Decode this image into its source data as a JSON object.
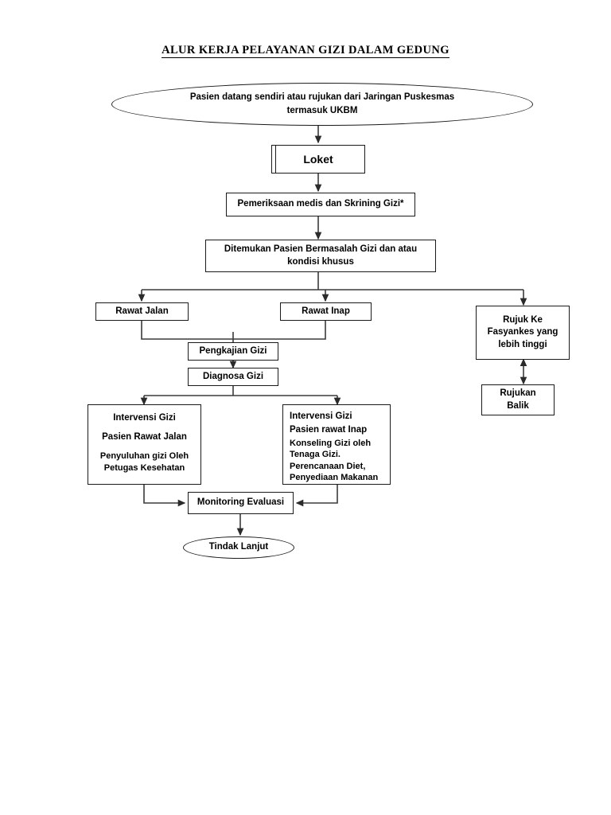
{
  "document": {
    "title": "ALUR KERJA  PELAYANAN GIZI DALAM GEDUNG"
  },
  "nodes": {
    "start": {
      "shape": "ellipse",
      "line1": "Pasien datang sendiri atau rujukan dari Jaringan Puskesmas",
      "line2": "termasuk UKBM"
    },
    "loket": {
      "shape": "predefined-process",
      "label": "Loket"
    },
    "pemeriksaan": {
      "shape": "rect",
      "label": "Pemeriksaan medis dan Skrining Gizi*"
    },
    "ditemukan": {
      "shape": "rect",
      "line1": "Ditemukan Pasien Bermasalah  Gizi dan atau",
      "line2": "kondisi khusus"
    },
    "rawat_jalan": {
      "shape": "rect",
      "label": "Rawat Jalan"
    },
    "rawat_inap": {
      "shape": "rect",
      "label": "Rawat Inap"
    },
    "rujuk_fasyankes": {
      "shape": "rect",
      "line1": "Rujuk Ke",
      "line2": "Fasyankes yang",
      "line3": "lebih tinggi"
    },
    "rujukan_balik": {
      "shape": "rect",
      "line1": "Rujukan",
      "line2": "Balik"
    },
    "pengkajian": {
      "shape": "rect",
      "label": "Pengkajian Gizi"
    },
    "diagnosa": {
      "shape": "rect",
      "label": "Diagnosa Gizi"
    },
    "intervensi_jalan": {
      "shape": "rect",
      "line1": "Intervensi Gizi",
      "line2": "Pasien Rawat Jalan",
      "line3": "Penyuluhan gizi Oleh",
      "line4": "Petugas Kesehatan"
    },
    "intervensi_inap": {
      "shape": "rect",
      "line1": "Intervensi Gizi",
      "line2": "Pasien rawat Inap",
      "line3": "Konseling Gizi oleh",
      "line4": "Tenaga Gizi.",
      "line5": "Perencanaan Diet,",
      "line6": "Penyediaan Makanan"
    },
    "monitoring": {
      "shape": "rect",
      "label": "Monitoring Evaluasi"
    },
    "tindak_lanjut": {
      "shape": "ellipse",
      "label": "Tindak Lanjut"
    }
  },
  "edges": [
    {
      "from": "start",
      "to": "loket",
      "style": "arrow-down"
    },
    {
      "from": "loket",
      "to": "pemeriksaan",
      "style": "arrow-down"
    },
    {
      "from": "pemeriksaan",
      "to": "ditemukan",
      "style": "arrow-down"
    },
    {
      "from": "ditemukan",
      "to": "rawat_jalan",
      "style": "elbow-left"
    },
    {
      "from": "ditemukan",
      "to": "rawat_inap",
      "style": "straight-down"
    },
    {
      "from": "ditemukan",
      "to": "rujuk_fasyankes",
      "style": "elbow-right"
    },
    {
      "from": "rujuk_fasyankes",
      "to": "rujukan_balik",
      "style": "double-headed"
    },
    {
      "from": "rawat_jalan",
      "to": "pengkajian",
      "style": "elbow-merge"
    },
    {
      "from": "rawat_inap",
      "to": "pengkajian",
      "style": "elbow-merge"
    },
    {
      "from": "pengkajian",
      "to": "diagnosa",
      "style": "arrow-down"
    },
    {
      "from": "diagnosa",
      "to": "intervensi_jalan",
      "style": "elbow-left"
    },
    {
      "from": "diagnosa",
      "to": "intervensi_inap",
      "style": "elbow-right"
    },
    {
      "from": "intervensi_jalan",
      "to": "monitoring",
      "style": "elbow-into-left"
    },
    {
      "from": "intervensi_inap",
      "to": "monitoring",
      "style": "elbow-into-right"
    },
    {
      "from": "monitoring",
      "to": "tindak_lanjut",
      "style": "arrow-down"
    }
  ],
  "colors": {
    "stroke": "#1a1a1a",
    "background": "#ffffff",
    "text": "#000000"
  }
}
